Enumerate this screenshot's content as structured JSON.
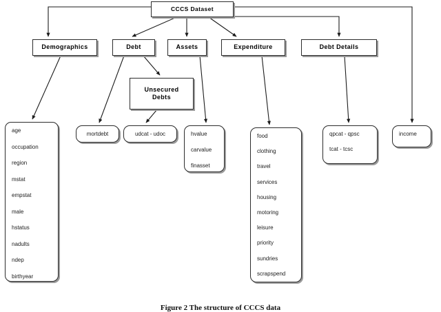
{
  "figure": {
    "caption": "Figure 2 The structure of CCCS data",
    "root": {
      "label": "CCCS Dataset"
    },
    "level2": [
      {
        "id": "demographics",
        "label": "Demographics"
      },
      {
        "id": "debt",
        "label": "Debt"
      },
      {
        "id": "assets",
        "label": "Assets"
      },
      {
        "id": "expenditure",
        "label": "Expenditure"
      },
      {
        "id": "debtdetails",
        "label": "Debt Details"
      }
    ],
    "level3": [
      {
        "id": "unsecured",
        "label_line1": "Unsecured",
        "label_line2": "Debts"
      }
    ],
    "leaves": {
      "demographics": {
        "items": [
          "age",
          "occupation",
          "region",
          "mstat",
          "empstat",
          "male",
          "hstatus",
          "nadults",
          "ndep",
          "birthyear"
        ]
      },
      "mortdebt": {
        "items": [
          "mortdebt"
        ]
      },
      "unsecured_codes": {
        "items": [
          "udcat - udoc"
        ]
      },
      "assets": {
        "items": [
          "hvalue",
          "carvalue",
          "finasset"
        ]
      },
      "expenditure": {
        "items": [
          "food",
          "clothing",
          "travel",
          "services",
          "housing",
          "motoring",
          "leisure",
          "priority",
          "sundries",
          "scrapspend"
        ]
      },
      "debtdetails": {
        "items": [
          "qpcat - qpsc",
          "tcat - tcsc"
        ]
      },
      "income": {
        "items": [
          "income"
        ]
      }
    },
    "colors": {
      "background": "#ffffff",
      "stroke": "#2b2b2b",
      "shadow": "#9a9a9a",
      "text": "#000000"
    }
  }
}
